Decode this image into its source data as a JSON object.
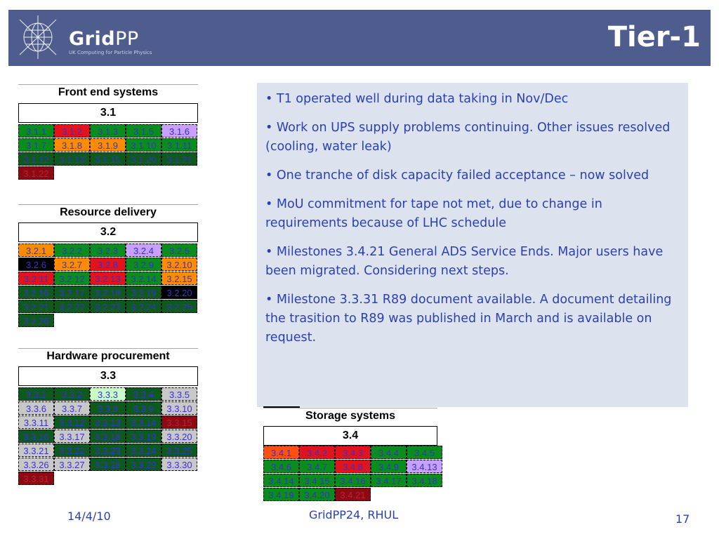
{
  "header": {
    "logo_grid": "Grid",
    "logo_pp": "PP",
    "logo_subtitle": "UK Computing for Particle Physics",
    "title": "Tier-1",
    "background": "#4e5d8e"
  },
  "colors": {
    "green": "#0a8c1e",
    "dark_green": "#0e5a1e",
    "red": "#e0141e",
    "dark_red": "#8c0a14",
    "orange": "#ff8c00",
    "lavender": "#c8a0ff",
    "light_green": "#c8ffc8",
    "grey": "#c8c8c8",
    "black": "#000000",
    "orange_red": "#ff5014",
    "box_bg": "#dce3ee",
    "text_blue": "#2b3fb5"
  },
  "milestones": [
    {
      "title": "Front end systems",
      "number": "3.1",
      "cells": [
        {
          "label": "3.1.1",
          "color": "green"
        },
        {
          "label": "3.1.2",
          "color": "red"
        },
        {
          "label": "3.1.3",
          "color": "green"
        },
        {
          "label": "3.1.5",
          "color": "green"
        },
        {
          "label": "3.1.6",
          "color": "lavender"
        },
        {
          "label": "3.1.7",
          "color": "green"
        },
        {
          "label": "3.1.8",
          "color": "orange"
        },
        {
          "label": "3.1.9",
          "color": "orange"
        },
        {
          "label": "3.1.10",
          "color": "green"
        },
        {
          "label": "3.1.11",
          "color": "green"
        },
        {
          "label": "3.1.12",
          "color": "dark_green"
        },
        {
          "label": "3.1.13",
          "color": "dark_green"
        },
        {
          "label": "3.1.15",
          "color": "dark_green"
        },
        {
          "label": "3.1.20",
          "color": "dark_green"
        },
        {
          "label": "3.1.21",
          "color": "dark_green"
        },
        {
          "label": "3.1.22",
          "color": "dark_red"
        }
      ]
    },
    {
      "title": "Resource delivery",
      "number": "3.2",
      "cells": [
        {
          "label": "3.2.1",
          "color": "orange"
        },
        {
          "label": "3.2.2",
          "color": "green"
        },
        {
          "label": "3.2.3",
          "color": "green"
        },
        {
          "label": "3.2.4",
          "color": "lavender"
        },
        {
          "label": "3.2.5",
          "color": "green"
        },
        {
          "label": "3.2.6",
          "color": "black"
        },
        {
          "label": "3.2.7",
          "color": "orange"
        },
        {
          "label": "3.2.8",
          "color": "red"
        },
        {
          "label": "3.2.9",
          "color": "green"
        },
        {
          "label": "3.2.10",
          "color": "orange"
        },
        {
          "label": "3.2.11",
          "color": "red"
        },
        {
          "label": "3.2.12",
          "color": "green"
        },
        {
          "label": "3.2.13",
          "color": "red"
        },
        {
          "label": "3.2.14",
          "color": "green"
        },
        {
          "label": "3.2.15",
          "color": "orange"
        },
        {
          "label": "3.2.16",
          "color": "dark_green"
        },
        {
          "label": "3.2.17",
          "color": "dark_green"
        },
        {
          "label": "3.2.18",
          "color": "dark_green"
        },
        {
          "label": "3.2.19",
          "color": "dark_green"
        },
        {
          "label": "3.2.20",
          "color": "black"
        },
        {
          "label": "3.2.21",
          "color": "dark_green"
        },
        {
          "label": "3.2.22",
          "color": "dark_green"
        },
        {
          "label": "3.2.23",
          "color": "dark_green"
        },
        {
          "label": "3.2.24",
          "color": "dark_green"
        },
        {
          "label": "3.2.25",
          "color": "dark_green"
        },
        {
          "label": "3.2.26",
          "color": "dark_green"
        }
      ]
    },
    {
      "title": "Hardware procurement",
      "number": "3.3",
      "cells": [
        {
          "label": "3.3.1",
          "color": "dark_green"
        },
        {
          "label": "3.3.2",
          "color": "dark_green"
        },
        {
          "label": "3.3.3",
          "color": "light_green"
        },
        {
          "label": "3.3.4",
          "color": "dark_green"
        },
        {
          "label": "3.3.5",
          "color": "grey"
        },
        {
          "label": "3.3.6",
          "color": "grey"
        },
        {
          "label": "3.3.7",
          "color": "grey"
        },
        {
          "label": "3.3.8",
          "color": "dark_green"
        },
        {
          "label": "3.3.9",
          "color": "dark_green"
        },
        {
          "label": "3.3.10",
          "color": "grey"
        },
        {
          "label": "3.3.11",
          "color": "grey"
        },
        {
          "label": "3.3.12",
          "color": "dark_green"
        },
        {
          "label": "3.3.13",
          "color": "dark_green"
        },
        {
          "label": "3.3.14",
          "color": "dark_green"
        },
        {
          "label": "3.3.15",
          "color": "dark_red"
        },
        {
          "label": "3.3.16",
          "color": "dark_green"
        },
        {
          "label": "3.3.17",
          "color": "grey"
        },
        {
          "label": "3.3.18",
          "color": "dark_green"
        },
        {
          "label": "3.3.19",
          "color": "dark_green"
        },
        {
          "label": "3.3.20",
          "color": "grey"
        },
        {
          "label": "3.3.21",
          "color": "grey"
        },
        {
          "label": "3.3.22",
          "color": "dark_green"
        },
        {
          "label": "3.3.23",
          "color": "dark_green"
        },
        {
          "label": "3.3.24",
          "color": "dark_green"
        },
        {
          "label": "3.3.25",
          "color": "dark_green"
        },
        {
          "label": "3.3.26",
          "color": "grey"
        },
        {
          "label": "3.3.27",
          "color": "grey"
        },
        {
          "label": "3.3.28",
          "color": "dark_green"
        },
        {
          "label": "3.3.29",
          "color": "dark_green"
        },
        {
          "label": "3.3.30",
          "color": "grey"
        },
        {
          "label": "3.3.31",
          "color": "dark_red"
        }
      ]
    },
    {
      "title": "Storage systems",
      "number": "3.4",
      "cells": [
        {
          "label": "3.4.1",
          "color": "orange_red"
        },
        {
          "label": "3.4.2",
          "color": "red"
        },
        {
          "label": "3.4.3",
          "color": "red"
        },
        {
          "label": "3.4.4",
          "color": "green"
        },
        {
          "label": "3.4.5",
          "color": "green"
        },
        {
          "label": "3.4.6",
          "color": "green"
        },
        {
          "label": "3.4.7",
          "color": "green"
        },
        {
          "label": "3.4.8",
          "color": "red"
        },
        {
          "label": "3.4.9",
          "color": "green"
        },
        {
          "label": "3.4.13",
          "color": "lavender"
        },
        {
          "label": "3.4.14",
          "color": "green"
        },
        {
          "label": "3.4.15",
          "color": "green"
        },
        {
          "label": "3.4.16",
          "color": "green"
        },
        {
          "label": "3.4.17",
          "color": "green"
        },
        {
          "label": "3.4.18",
          "color": "green"
        },
        {
          "label": "3.4.19",
          "color": "green"
        },
        {
          "label": "3.4.20",
          "color": "green"
        },
        {
          "label": "3.4.21",
          "color": "dark_red"
        }
      ]
    }
  ],
  "bullets": [
    "• T1 operated well during data taking in Nov/Dec",
    "• Work on UPS supply problems continuing. Other issues resolved (cooling, water leak)",
    "• One tranche of disk capacity failed acceptance – now solved",
    "• MoU commitment for tape not met, due to change in requirements because of LHC schedule",
    "• Milestones 3.4.21 General ADS Service Ends. Major users have been migrated. Considering next steps.",
    "• Milestone 3.3.31 R89 document available. A document detailing the trasition to R89 was published in March and is available on request."
  ],
  "footer": {
    "date": "14/4/10",
    "center": "GridPP24, RHUL",
    "page": "17"
  }
}
